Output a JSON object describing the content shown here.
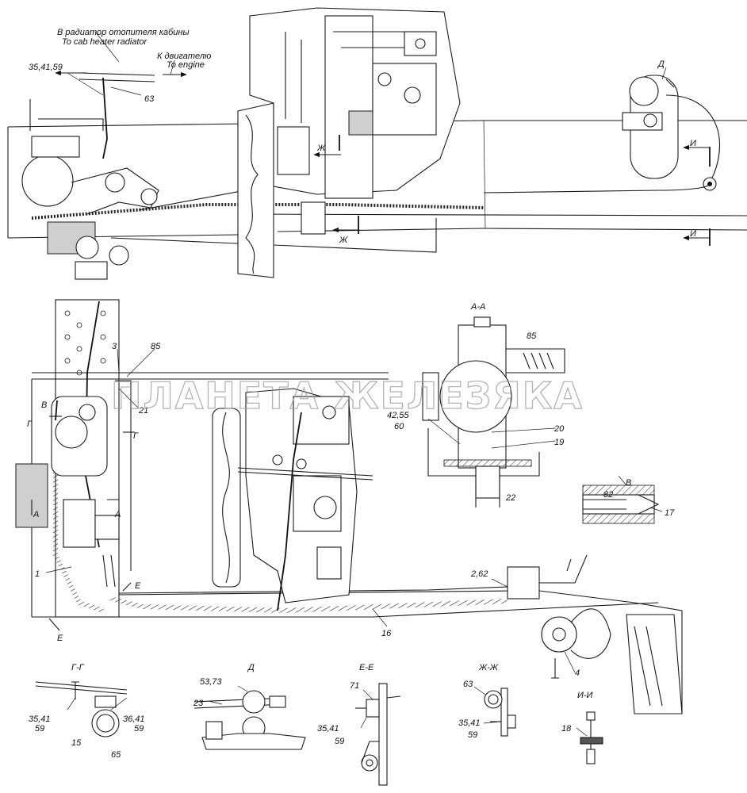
{
  "top_view": {
    "note_cab_ru": "В радиатор отопителя кабины",
    "note_cab_en": "To cab heater radiator",
    "note_engine_ru": "К двигателю",
    "note_engine_en": "To engine",
    "callouts": {
      "c_35_41_59": "35,41,59",
      "c_63": "63",
      "d": "Д",
      "i_top": "И",
      "i_bottom": "И",
      "zh_top": "Ж",
      "zh_bottom": "Ж"
    }
  },
  "plan_view": {
    "callouts": {
      "c3": "3",
      "c85": "85",
      "c21": "21",
      "v": "В",
      "g_left": "Г",
      "g_right": "Г",
      "a_left": "А",
      "a_right": "А",
      "c1": "1",
      "e_top": "Е",
      "e_bottom": "Е",
      "c16": "16",
      "c2_62": "2,62",
      "c4": "4"
    }
  },
  "section_aa": {
    "title": "А-А",
    "callouts": {
      "c85": "85",
      "c42_55": "42,55",
      "c60": "60",
      "c20": "20",
      "c19": "19",
      "c22": "22"
    }
  },
  "view_v": {
    "title": "В",
    "callouts": {
      "c82": "82",
      "c17": "17"
    }
  },
  "section_gg": {
    "title": "Г-Г",
    "callouts": {
      "c35_41": "35,41",
      "c59a": "59",
      "c36_41": "36,41",
      "c59b": "59",
      "c15": "15",
      "c65": "65"
    }
  },
  "view_d": {
    "title": "Д",
    "callouts": {
      "c53_73": "53,73",
      "c23": "23"
    }
  },
  "section_ee": {
    "title": "Е-Е",
    "callouts": {
      "c71": "71",
      "c35_41": "35,41",
      "c59": "59"
    }
  },
  "section_zhzh": {
    "title": "Ж-Ж",
    "callouts": {
      "c63": "63",
      "c35_41": "35,41",
      "c59": "59"
    }
  },
  "section_ii": {
    "title": "И-И",
    "callouts": {
      "c18": "18"
    }
  },
  "watermark": "ПЛАНЕТА ЖЕЛЕЗЯКА"
}
